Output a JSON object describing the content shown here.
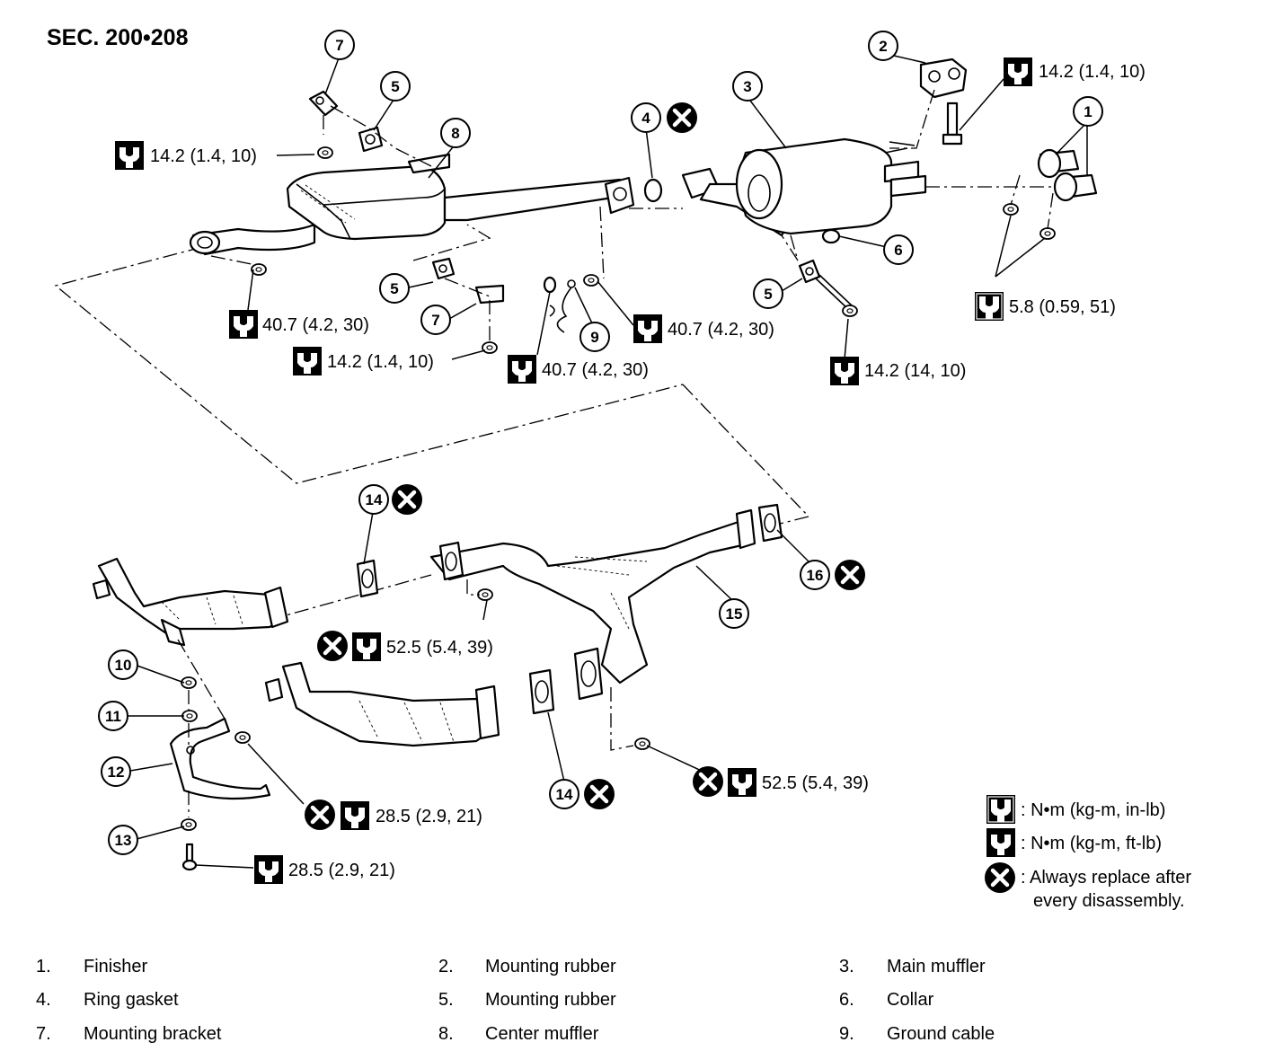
{
  "section_label": "SEC. 200•208",
  "torque_specs": {
    "t1": "14.2 (1.4, 10)",
    "t2": "14.2 (1.4, 10)",
    "t3": "40.7 (4.2, 30)",
    "t4": "14.2 (1.4, 10)",
    "t5": "40.7 (4.2, 30)",
    "t6": "40.7 (4.2, 30)",
    "t7": "14.2 (14, 10)",
    "t8": "5.8 (0.59, 51)",
    "t9": "52.5 (5.4, 39)",
    "t10": "52.5 (5.4, 39)",
    "t11": "28.5 (2.9, 21)",
    "t12": "28.5 (2.9, 21)"
  },
  "callouts": [
    "1",
    "2",
    "3",
    "4",
    "5",
    "5",
    "5",
    "6",
    "7",
    "7",
    "8",
    "9",
    "10",
    "11",
    "12",
    "13",
    "14",
    "14",
    "15",
    "16"
  ],
  "legend": {
    "nm_in_lb": ": N•m (kg-m, in-lb)",
    "nm_ft_lb": ": N•m (kg-m, ft-lb)",
    "replace_line1": ": Always replace after",
    "replace_line2": "every disassembly."
  },
  "parts": [
    {
      "num": "1.",
      "name": "Finisher"
    },
    {
      "num": "2.",
      "name": "Mounting rubber"
    },
    {
      "num": "3.",
      "name": "Main muffler"
    },
    {
      "num": "4.",
      "name": "Ring gasket"
    },
    {
      "num": "5.",
      "name": "Mounting rubber"
    },
    {
      "num": "6.",
      "name": "Collar"
    },
    {
      "num": "7.",
      "name": "Mounting bracket"
    },
    {
      "num": "8.",
      "name": "Center muffler"
    },
    {
      "num": "9.",
      "name": "Ground cable"
    }
  ],
  "icons": {
    "torque": "torque-wrench-icon",
    "replace": "always-replace-icon"
  }
}
